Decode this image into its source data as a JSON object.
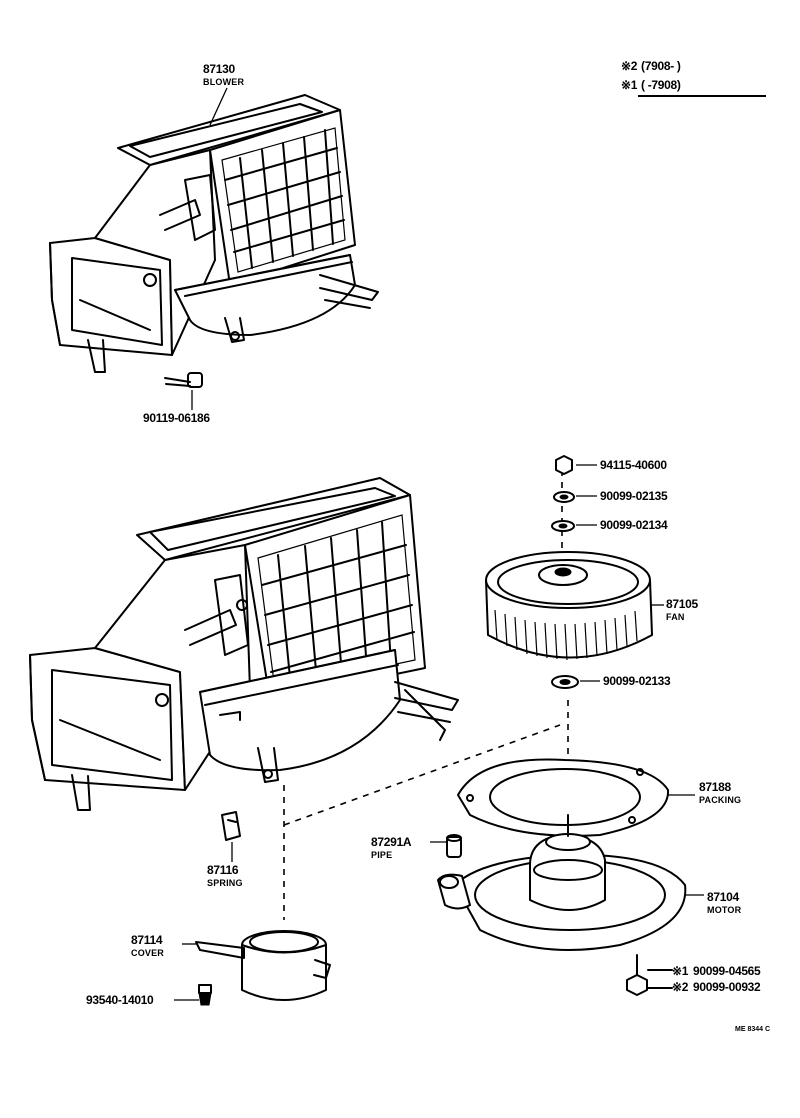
{
  "serial_notes": [
    {
      "marker": "※2",
      "range": "(7908-        )"
    },
    {
      "marker": "※1",
      "range": "(        -7908)"
    }
  ],
  "parts": {
    "blower": {
      "number": "87130",
      "name": "BLOWER"
    },
    "bolt_top": {
      "number": "90119-06186"
    },
    "nut": {
      "number": "94115-40600"
    },
    "washer_1": {
      "number": "90099-02135"
    },
    "washer_2": {
      "number": "90099-02134"
    },
    "fan": {
      "number": "87105",
      "name": "FAN"
    },
    "washer_3": {
      "number": "90099-02133"
    },
    "packing": {
      "number": "87188",
      "name": "PACKING"
    },
    "pipe": {
      "number": "87291A",
      "name": "PIPE"
    },
    "motor": {
      "number": "87104",
      "name": "MOTOR"
    },
    "spring": {
      "number": "87116",
      "name": "SPRING"
    },
    "cover": {
      "number": "87114",
      "name": "COVER"
    },
    "screw": {
      "number": "93540-14010"
    },
    "screw_m1": {
      "marker": "※1",
      "number": "90099-04565"
    },
    "screw_m2": {
      "marker": "※2",
      "number": "90099-00932"
    }
  },
  "drawing_code": "ME  8344 C"
}
